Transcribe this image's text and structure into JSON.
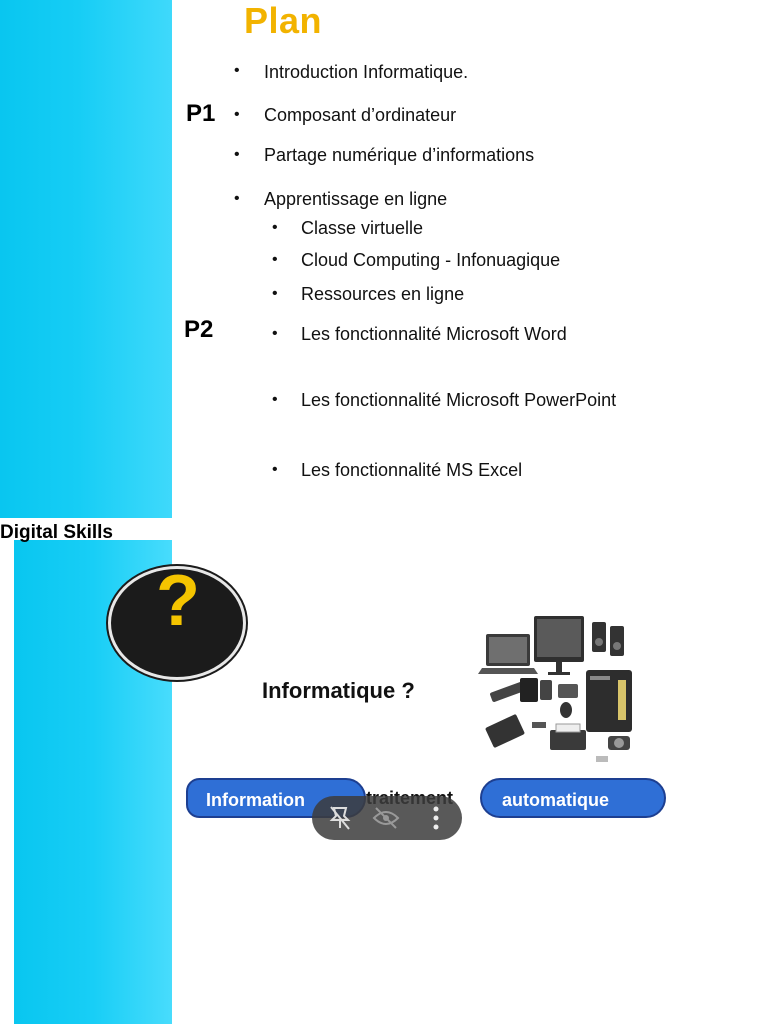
{
  "plan": {
    "title": "Plan",
    "parts": {
      "p1": "P1",
      "p2": "P2"
    },
    "items": [
      {
        "text": "Introduction Informatique.",
        "level": 1
      },
      {
        "text": "Composant d’ordinateur",
        "level": 1
      },
      {
        "text": "Partage numérique d’informations",
        "level": 1
      },
      {
        "text": "Apprentissage en ligne",
        "level": 1
      },
      {
        "text": "Classe virtuelle",
        "level": 2
      },
      {
        "text": "Cloud Computing - Infonuagique",
        "level": 2
      },
      {
        "text": "Ressources en ligne",
        "level": 2
      },
      {
        "text": "Les fonctionnalité  Microsoft Word",
        "level": 2
      },
      {
        "text": "Les fonctionnalité Microsoft PowerPoint",
        "level": 2
      },
      {
        "text": "Les fonctionnalité MS Excel",
        "level": 2
      }
    ],
    "bullet": "•"
  },
  "slide2": {
    "sidebar_label": "Digital Skills",
    "question_mark": "?",
    "heading": "Informatique ?",
    "pills": {
      "information": "Information",
      "traitement": "traitement",
      "automatique": "automatique"
    }
  },
  "overlay": {
    "icons": [
      "pin-off-icon",
      "eye-off-icon",
      "more-vertical-icon"
    ]
  },
  "colors": {
    "band": "#16cdf5",
    "title": "#f2b300",
    "pill": "#2f6fd6",
    "question": "#f4c400"
  }
}
